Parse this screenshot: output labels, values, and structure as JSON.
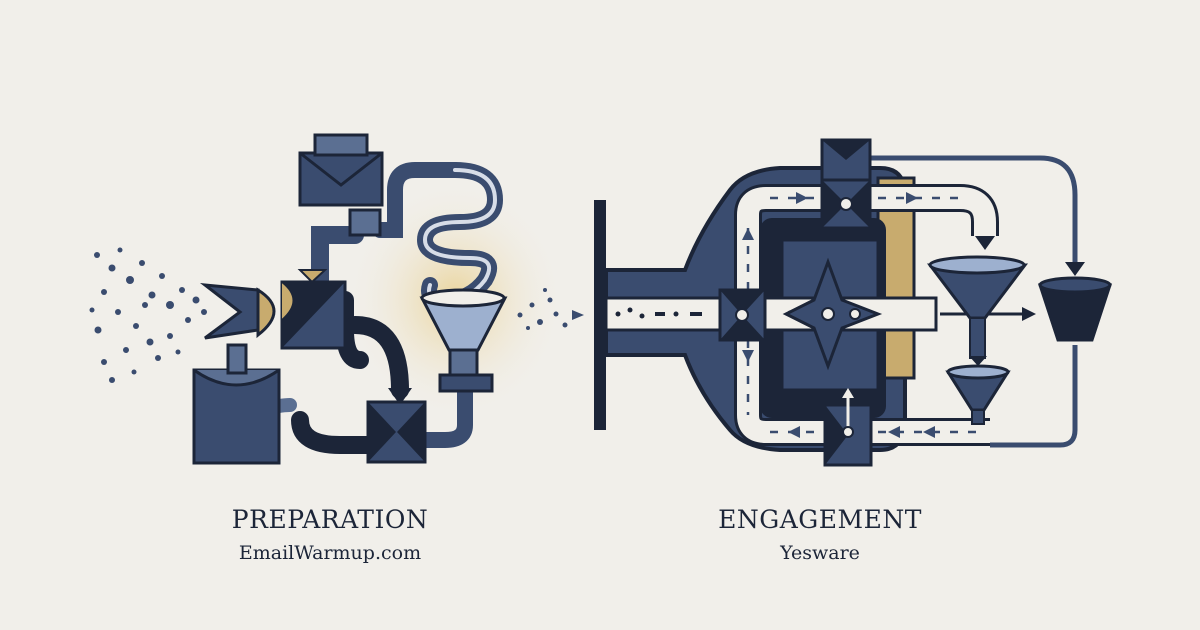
{
  "left_panel": {
    "title": "PREPARATION",
    "subtitle": "EmailWarmup.com"
  },
  "right_panel": {
    "title": "ENGAGEMENT",
    "subtitle": "Yesware"
  },
  "palette": {
    "background": "#f1efea",
    "navy": "#1c2538",
    "slate": "#3a4c6f",
    "steel": "#5b6f92",
    "gold": "#c8ab6e",
    "pale": "#9db0cf"
  },
  "icons": [
    "envelope-icon",
    "funnel-icon",
    "valve-icon",
    "particles-icon"
  ]
}
